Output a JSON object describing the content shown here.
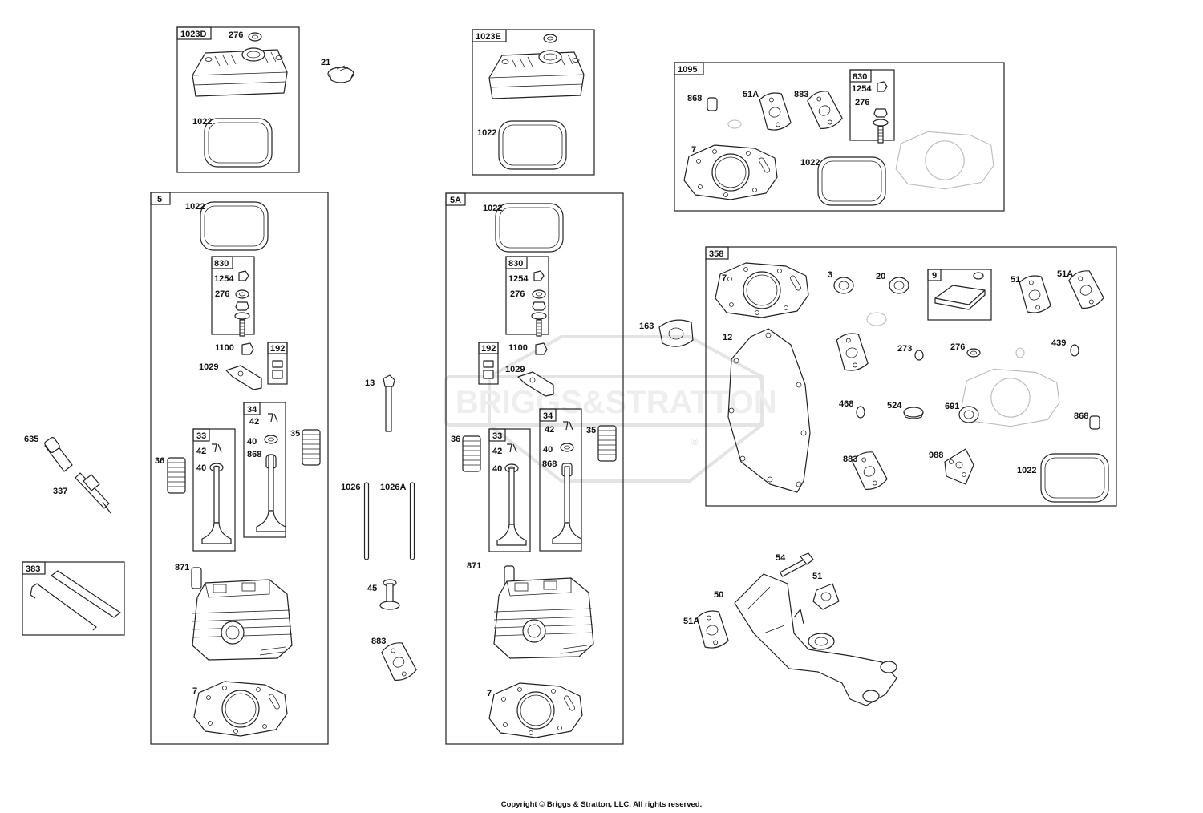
{
  "watermark": {
    "brand": "BRIGGS&STRATTON",
    "registered_mark": "®"
  },
  "copyright": "Copyright © Briggs & Stratton, LLC. All rights reserved.",
  "groups": {
    "g1023D": "1023D",
    "g1023E": "1023E",
    "g5": "5",
    "g5A": "5A",
    "g830_left": "830",
    "g830_mid": "830",
    "g830_kit": "830",
    "g192_left": "192",
    "g192_mid": "192",
    "g34_left": "34",
    "g34_mid": "34",
    "g33_left": "33",
    "g33_mid": "33",
    "g1095": "1095",
    "g358": "358",
    "g9": "9",
    "g383": "383"
  },
  "labels": {
    "l276_top": "276",
    "l1022_1023d": "1022",
    "l21": "21",
    "l1022_1023e": "1022",
    "l1022_5": "1022",
    "l1254_5": "1254",
    "l276_5": "276",
    "l1100_5": "1100",
    "l1029_5": "1029",
    "l42_33_5": "42",
    "l40_33_5": "40",
    "l42_34_5": "42",
    "l40_34_5": "40",
    "l868_34_5": "868",
    "l35_5": "35",
    "l36_5": "36",
    "l871_5": "871",
    "l7_5": "7",
    "l635": "635",
    "l337": "337",
    "l13": "13",
    "l1026": "1026",
    "l1026A": "1026A",
    "l45": "45",
    "l883_mid": "883",
    "l1022_5a": "1022",
    "l1254_5a": "1254",
    "l276_5a": "276",
    "l1100_5a": "1100",
    "l1029_5a": "1029",
    "l36_5a": "36",
    "l42_33_5a": "42",
    "l40_33_5a": "40",
    "l42_34_5a": "42",
    "l40_34_5a": "40",
    "l868_34_5a": "868",
    "l35_5a": "35",
    "l871_5a": "871",
    "l7_5a": "7",
    "l868_1095": "868",
    "l51A_1095": "51A",
    "l883_1095": "883",
    "l1254_1095": "1254",
    "l276_1095": "276",
    "l7_1095": "7",
    "l1022_1095": "1022",
    "l163": "163",
    "l7_358": "7",
    "l3": "3",
    "l20": "20",
    "l51_358": "51",
    "l51A_358": "51A",
    "l12": "12",
    "l273": "273",
    "l276_358": "276",
    "l439": "439",
    "l468": "468",
    "l524": "524",
    "l691": "691",
    "l868_358": "868",
    "l883_358": "883",
    "l988": "988",
    "l1022_358": "1022",
    "l54": "54",
    "l51_bottom": "51",
    "l50": "50",
    "l51A_bottom": "51A"
  }
}
